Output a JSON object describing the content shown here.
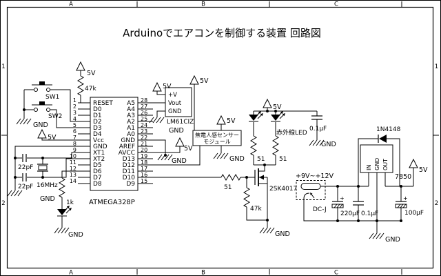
{
  "title": "Arduinoでエアコンを制御する装置 回路図",
  "frame": {
    "col_a": "A",
    "col_b": "B",
    "col_c": "C",
    "row_1": "1",
    "row_2": "2"
  },
  "labels": {
    "v5": "5V",
    "gnd": "GND",
    "plus": "+"
  },
  "ic": {
    "name": "ATMEGA328P",
    "left_pins": [
      {
        "num": "1",
        "label": "RESET"
      },
      {
        "num": "2",
        "label": "D0"
      },
      {
        "num": "3",
        "label": "D1"
      },
      {
        "num": "4",
        "label": "D2"
      },
      {
        "num": "5",
        "label": "D3"
      },
      {
        "num": "6",
        "label": "D4"
      },
      {
        "num": "7",
        "label": "Vcc"
      },
      {
        "num": "8",
        "label": "GND"
      },
      {
        "num": "9",
        "label": "XT1"
      },
      {
        "num": "10",
        "label": "XT2"
      },
      {
        "num": "11",
        "label": "D5"
      },
      {
        "num": "12",
        "label": "D6"
      },
      {
        "num": "13",
        "label": "D7"
      },
      {
        "num": "14",
        "label": "D8"
      }
    ],
    "right_pins": [
      {
        "num": "28",
        "label": "A5"
      },
      {
        "num": "27",
        "label": "A4"
      },
      {
        "num": "26",
        "label": "A3"
      },
      {
        "num": "25",
        "label": "A2"
      },
      {
        "num": "24",
        "label": "A1"
      },
      {
        "num": "23",
        "label": "A0"
      },
      {
        "num": "22",
        "label": "GND"
      },
      {
        "num": "21",
        "label": "AREF"
      },
      {
        "num": "20",
        "label": "AVCC"
      },
      {
        "num": "19",
        "label": "D13"
      },
      {
        "num": "18",
        "label": "D12"
      },
      {
        "num": "17",
        "label": "D11"
      },
      {
        "num": "16",
        "label": "D10"
      },
      {
        "num": "15",
        "label": "D9"
      }
    ]
  },
  "switches": {
    "sw1": "SW1",
    "sw2": "SW2"
  },
  "resistors": {
    "pullup": "47k",
    "led": "1k",
    "gate": "51",
    "ir_left": "51",
    "ir_right": "51",
    "pulldown": "47k"
  },
  "capacitors": {
    "xtal1": "22pF",
    "xtal2": "22pF",
    "ir": "0.1µF",
    "in": "220µF",
    "mid": "0.1µF",
    "out": "100µF"
  },
  "crystal": "16MHz",
  "temp_sensor": {
    "name": "LM61CIZ",
    "pin1": "+V",
    "pin2": "Vout",
    "pin3": "GND"
  },
  "pir_module": {
    "line1": "焦電人感センサー",
    "line2": "モジュール"
  },
  "ir_led_label": "赤外線LED",
  "mosfet": "2SK4017",
  "diode": "1N4148",
  "regulator": {
    "name": "7850",
    "pin_in": "IN",
    "pin_gnd": "GND",
    "pin_out": "OUT"
  },
  "jack": {
    "name": "DC-J",
    "voltage": "+9V~+12V"
  }
}
